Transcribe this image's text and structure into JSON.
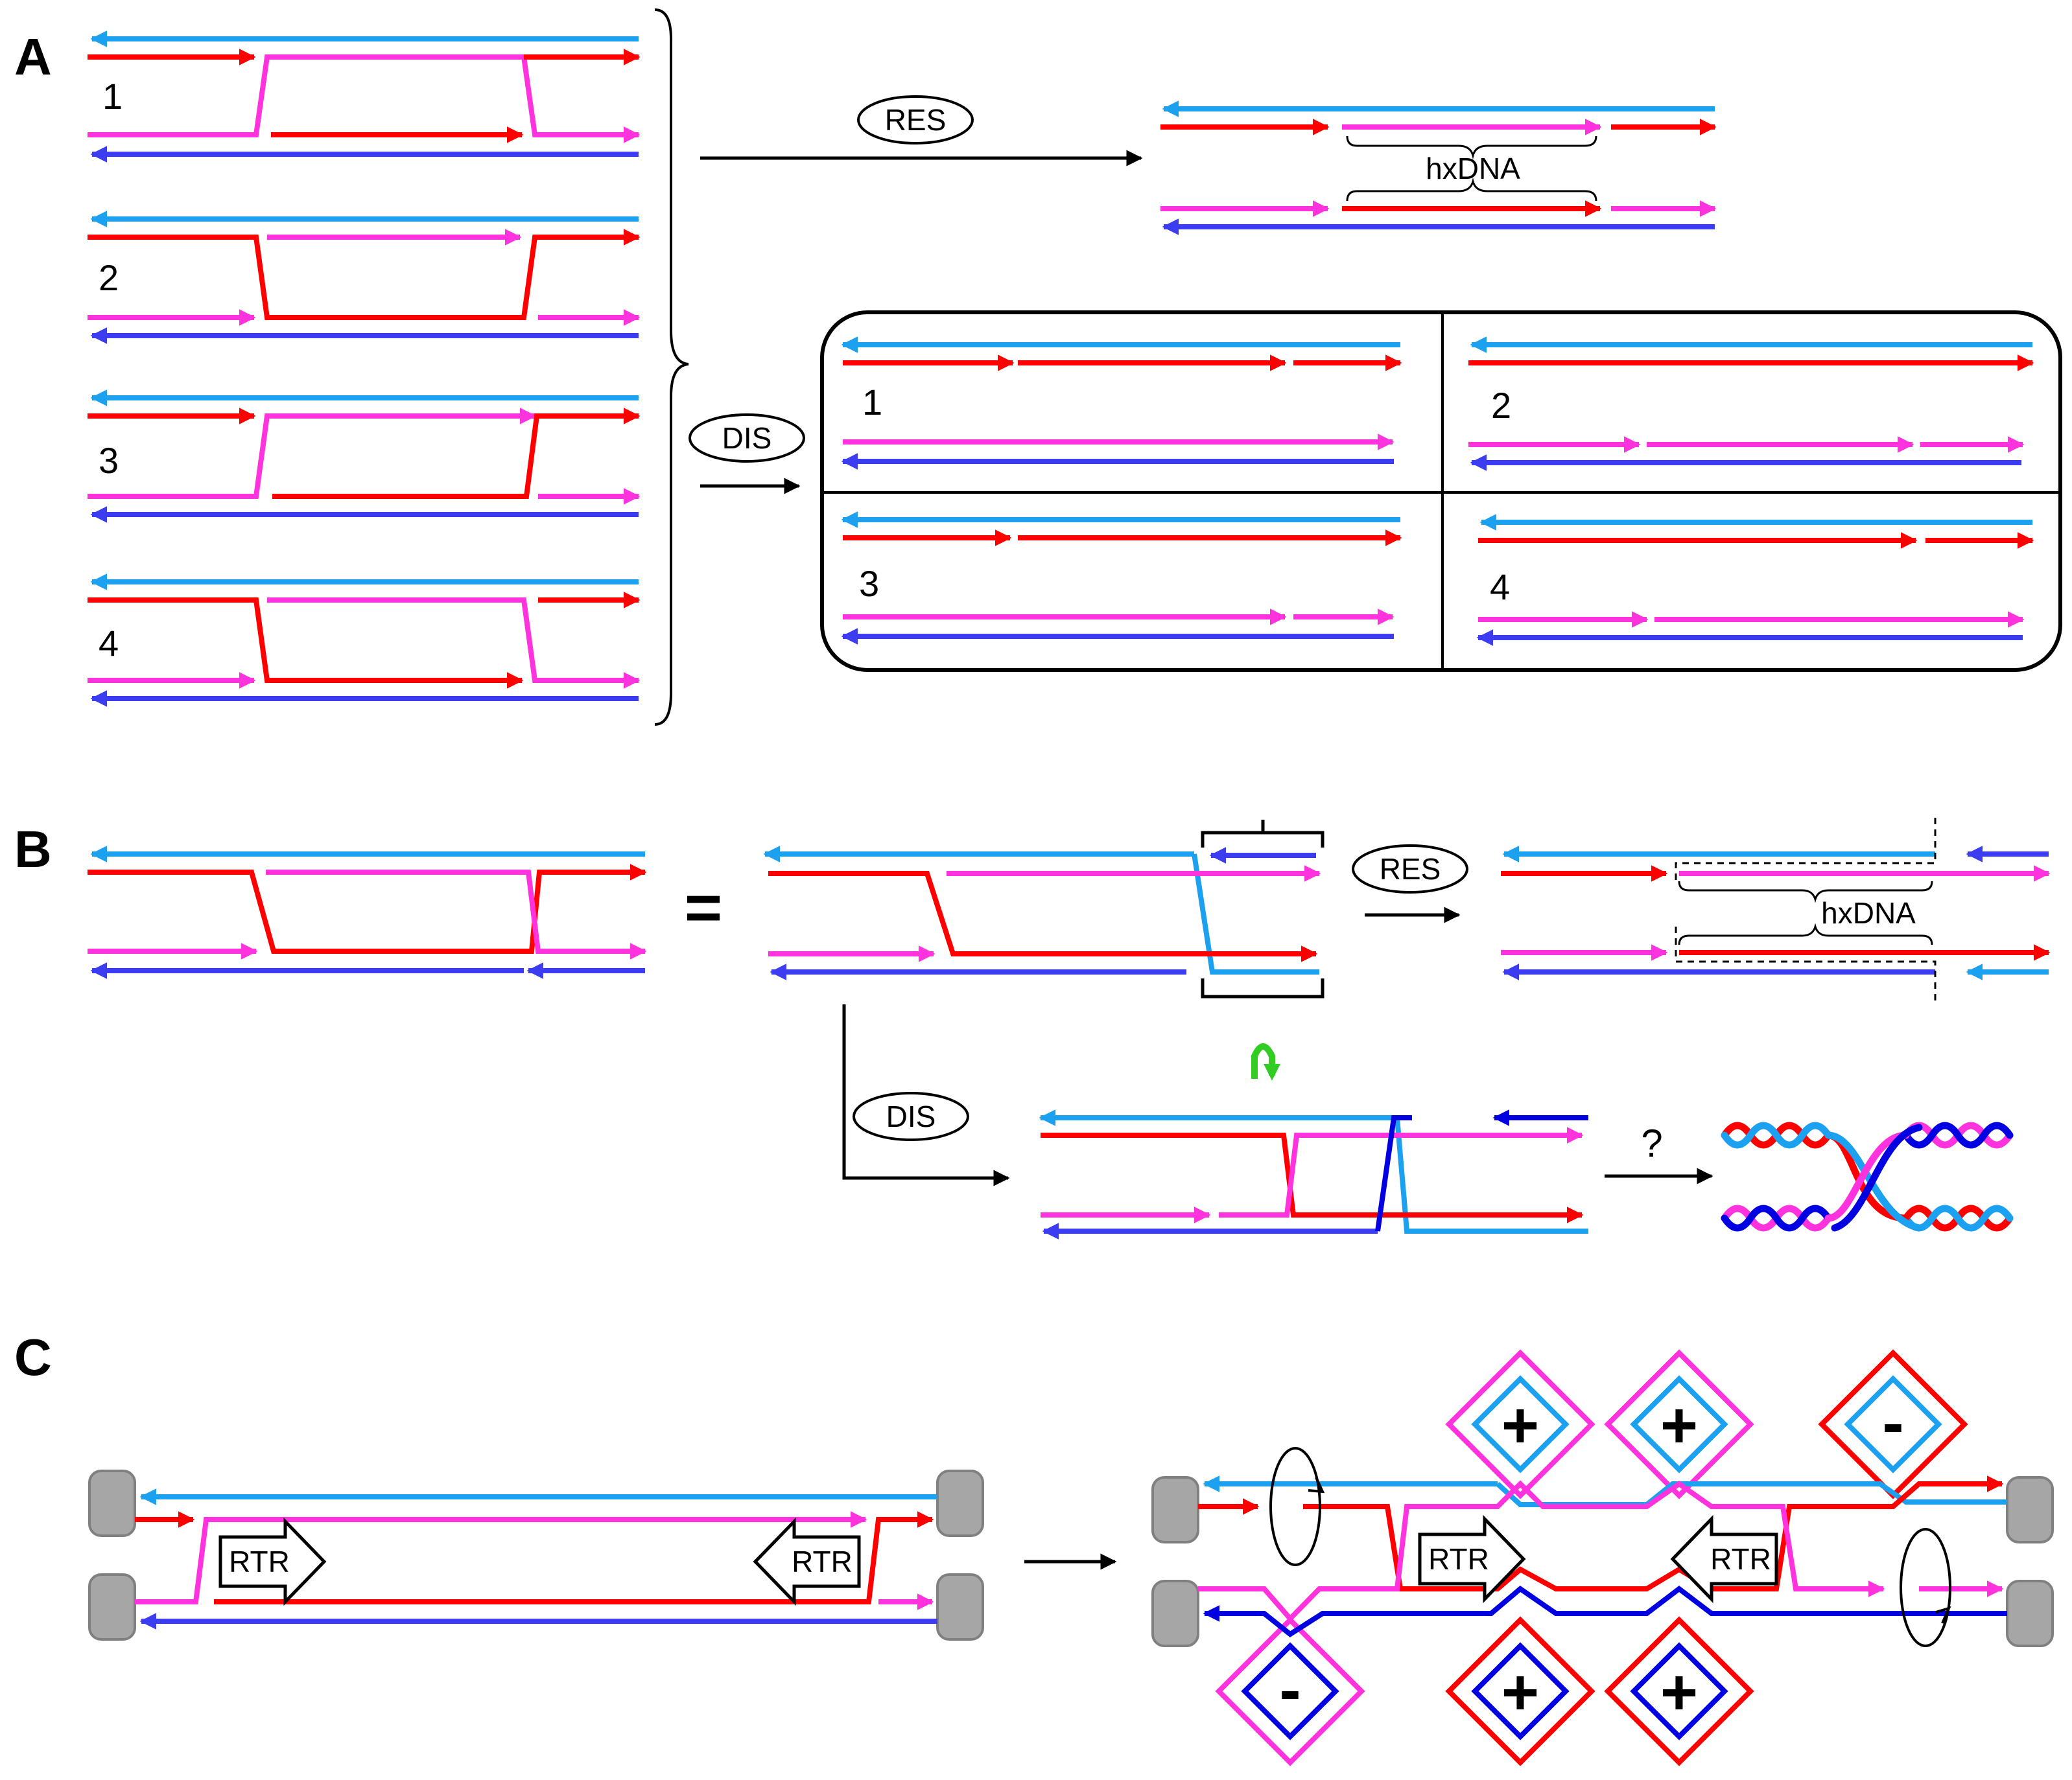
{
  "panels": {
    "a": {
      "letter": "A",
      "junctions": [
        "1",
        "2",
        "3",
        "4"
      ],
      "res_label": "RES",
      "dis_label": "DIS",
      "hx_label": "hxDNA",
      "products": [
        "1",
        "2",
        "3",
        "4"
      ]
    },
    "b": {
      "letter": "B",
      "equals": "=",
      "res_label": "RES",
      "dis_label": "DIS",
      "hx_label": "hxDNA",
      "question": "?"
    },
    "c": {
      "letter": "C",
      "rtr_label": "RTR",
      "plus": "+",
      "minus": "-"
    }
  },
  "colors": {
    "red": "#ff0000",
    "magenta": "#ff33dd",
    "light_blue": "#1ca0f0",
    "blue": "#3c3cf0",
    "dark_blue": "#0000e0",
    "green": "#33cc22",
    "gray": "#a6a6a6"
  }
}
